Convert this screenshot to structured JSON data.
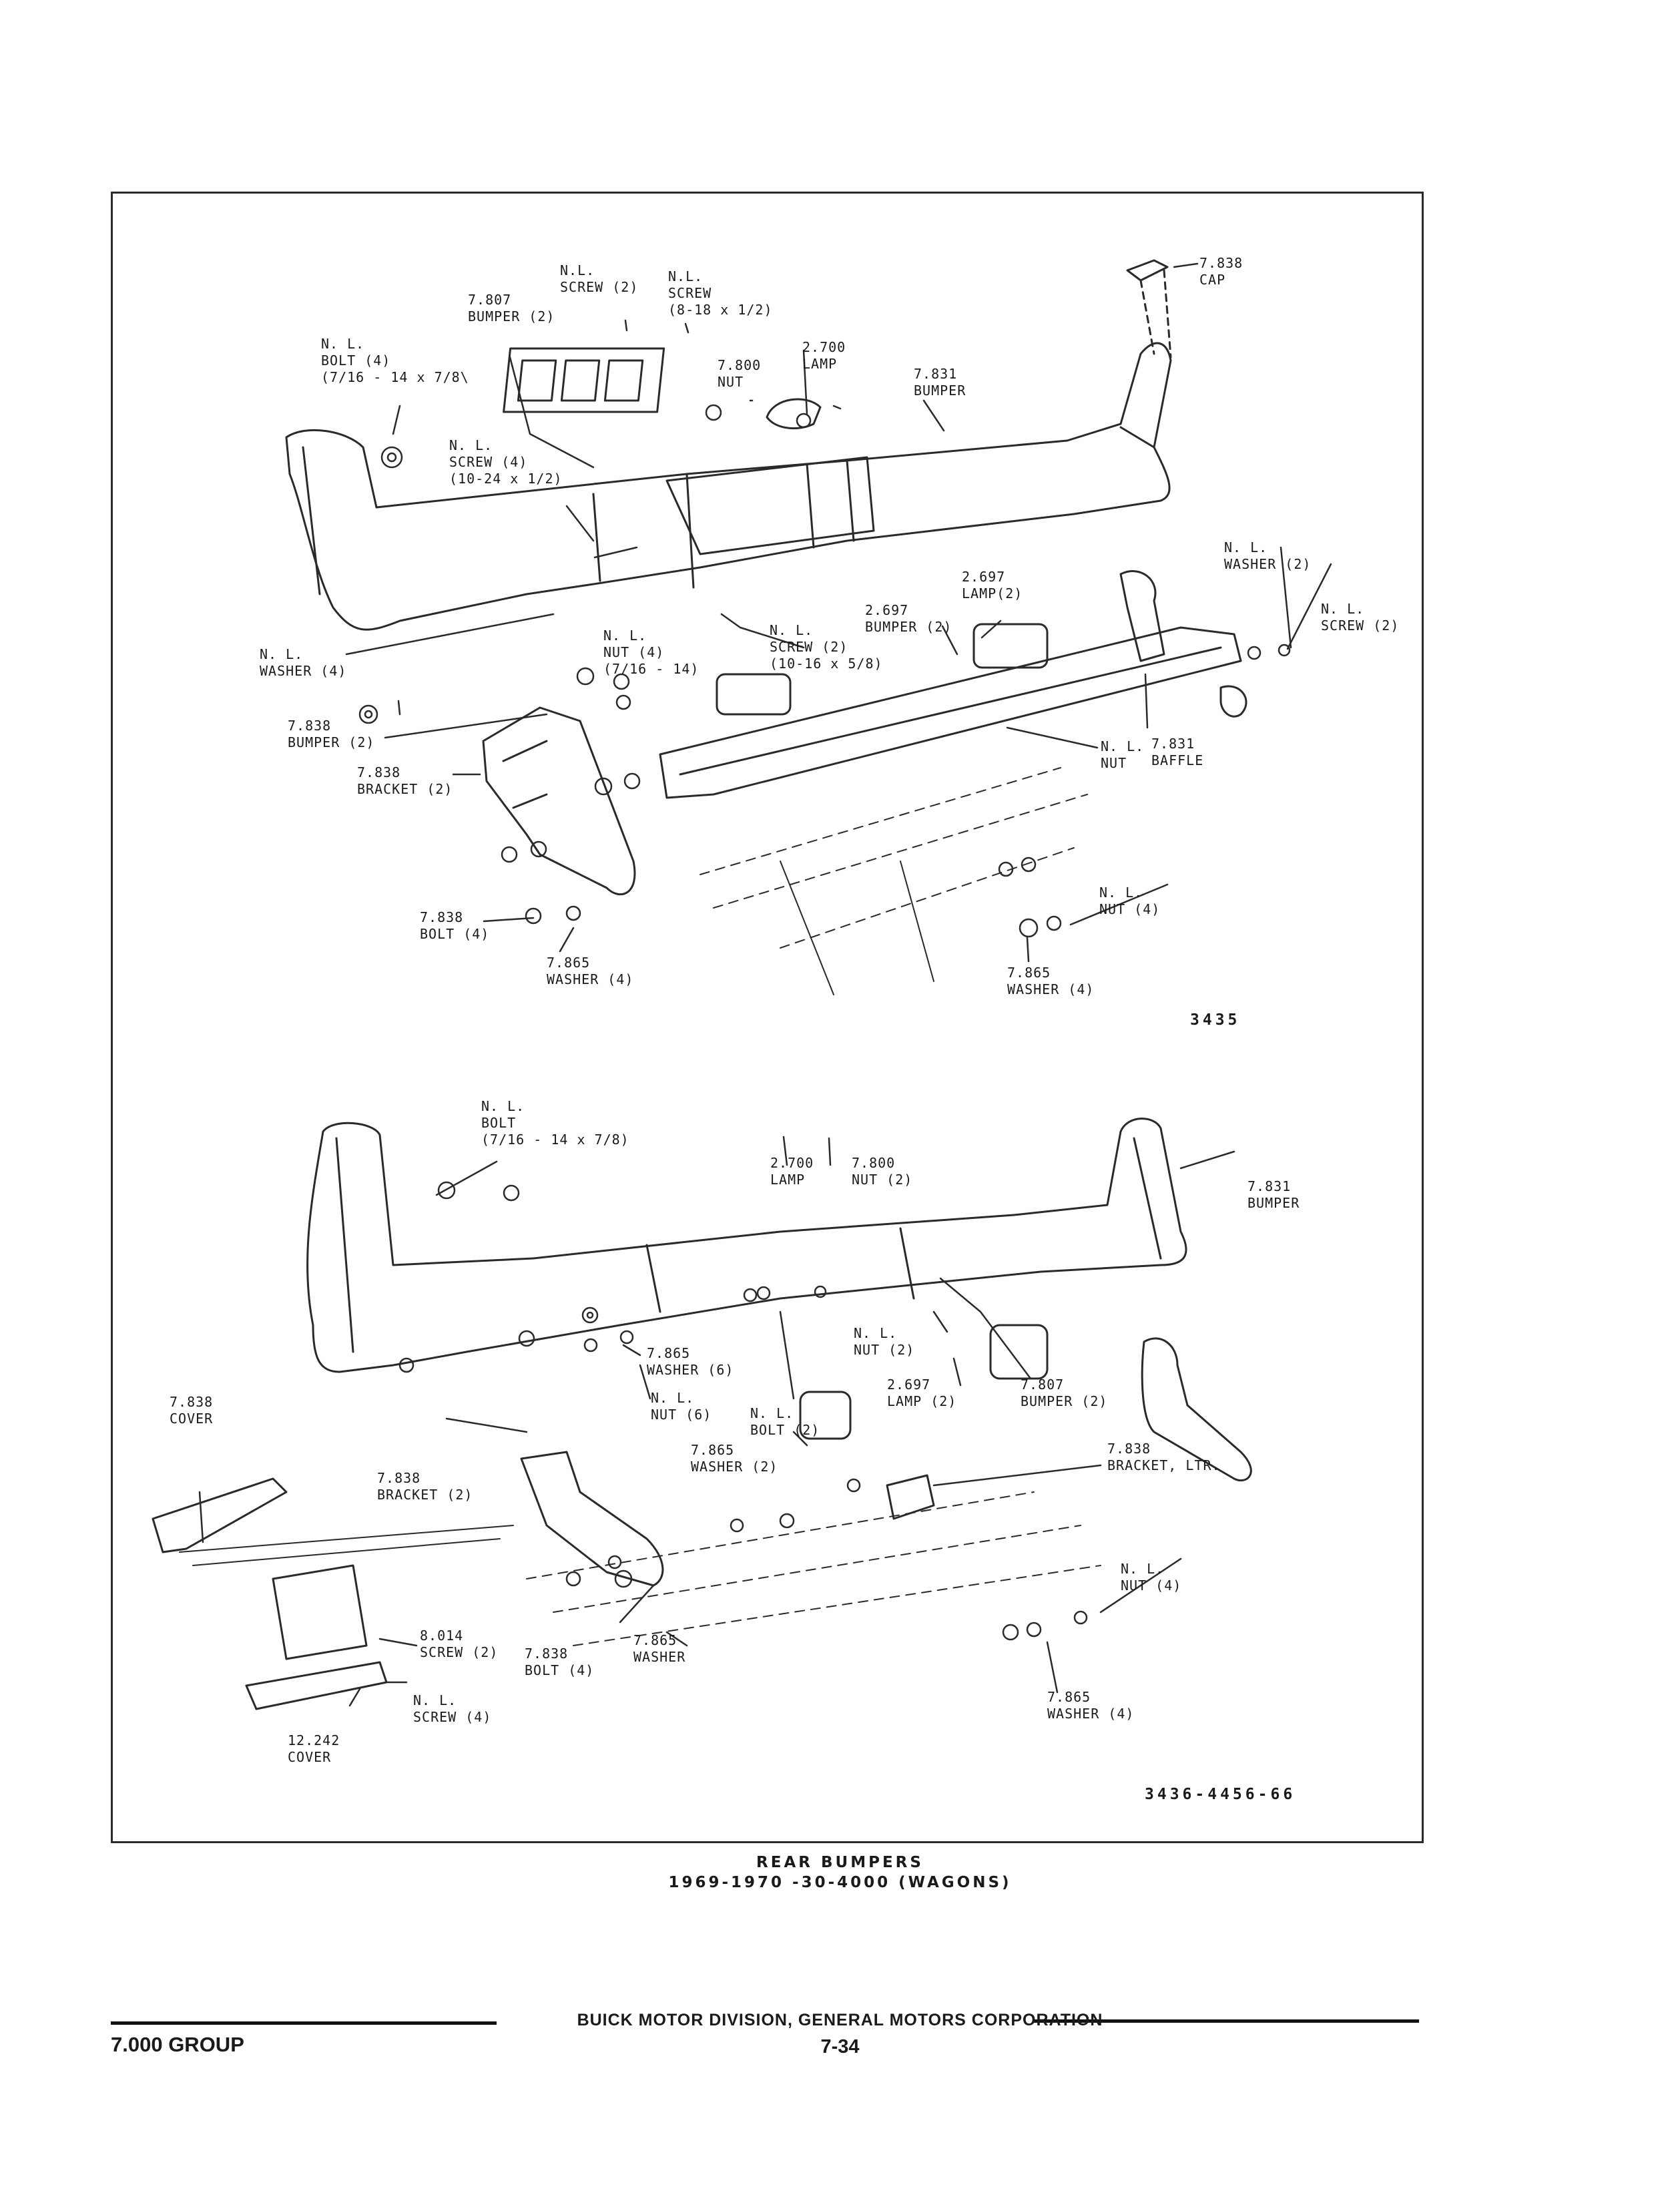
{
  "top_figure": {
    "figure_number": "3435",
    "callouts": {
      "cap": [
        "7.838",
        "CAP"
      ],
      "screw_8_18": [
        "N.L.",
        "SCREW",
        "(8-18 x 1/2)"
      ],
      "screw_2_top": [
        "N.L.",
        "SCREW (2)"
      ],
      "bumper_7807": [
        "7.807",
        "BUMPER (2)"
      ],
      "bolt_top": [
        "N. L.",
        "BOLT (4)",
        "(7/16 - 14 x 7/8\\"
      ],
      "nut_7800": [
        "7.800",
        "NUT"
      ],
      "lamp_2700": [
        "2.700",
        "LAMP"
      ],
      "bumper_7831": [
        "7.831",
        "BUMPER"
      ],
      "screw_10_24": [
        "N. L.",
        "SCREW (4)",
        "(10-24 x 1/2)"
      ],
      "washer_2_right": [
        "N. L.",
        "WASHER (2)"
      ],
      "screw_2_right": [
        "N. L.",
        "SCREW (2)"
      ],
      "lamp_2697": [
        "2.697",
        "LAMP(2)"
      ],
      "bumper_2697": [
        "2.697",
        "BUMPER (2)"
      ],
      "screw_10_16": [
        "N. L.",
        "SCREW (2)",
        "(10-16 x 5/8)"
      ],
      "nut_7_16": [
        "N. L.",
        "NUT (4)",
        "(7/16 - 14)"
      ],
      "washer_4_left": [
        "N. L.",
        "WASHER (4)"
      ],
      "bumper_7838": [
        "7.838",
        "BUMPER (2)"
      ],
      "bracket_7838": [
        "7.838",
        "BRACKET (2)"
      ],
      "nut_center": [
        "N. L.",
        "NUT"
      ],
      "baffle": [
        "7.831",
        "BAFFLE"
      ],
      "nut_4_right": [
        "N. L.",
        "NUT (4)"
      ],
      "bolt_7838": [
        "7.838",
        "BOLT (4)"
      ],
      "washer_7865_left": [
        "7.865",
        "WASHER (4)"
      ],
      "washer_7865_right": [
        "7.865",
        "WASHER (4)"
      ]
    }
  },
  "bottom_figure": {
    "figure_number": "3436-4456-66",
    "callouts": {
      "bolt_top": [
        "N. L.",
        "BOLT",
        "(7/16 - 14 x 7/8)"
      ],
      "lamp_2700": [
        "2.700",
        "LAMP"
      ],
      "nut_7800": [
        "7.800",
        "NUT (2)"
      ],
      "bumper_7831": [
        "7.831",
        "BUMPER"
      ],
      "nut_2": [
        "N. L.",
        "NUT (2)"
      ],
      "washer_6": [
        "7.865",
        "WASHER (6)"
      ],
      "nut_6": [
        "N. L.",
        "NUT (6)"
      ],
      "lamp_2697": [
        "2.697",
        "LAMP (2)"
      ],
      "bumper_7807": [
        "7.807",
        "BUMPER (2)"
      ],
      "cover_7838": [
        "7.838",
        "COVER"
      ],
      "bolt_2": [
        "N. L.",
        "BOLT (2)"
      ],
      "washer_2": [
        "7.865",
        "WASHER (2)"
      ],
      "bracket_ltr": [
        "7.838",
        "BRACKET, LTR."
      ],
      "bracket_2": [
        "7.838",
        "BRACKET (2)"
      ],
      "screw_8014": [
        "8.014",
        "SCREW (2)"
      ],
      "bolt_7838": [
        "7.838",
        "BOLT (4)"
      ],
      "washer_7865": [
        "7.865",
        "WASHER"
      ],
      "nut_4": [
        "N. L.",
        "NUT (4)"
      ],
      "washer_4": [
        "7.865",
        "WASHER (4)"
      ],
      "screw_4": [
        "N. L.",
        "SCREW (4)"
      ],
      "cover_12242": [
        "12.242",
        "COVER"
      ]
    }
  },
  "caption": {
    "title": "REAR BUMPERS",
    "subtitle": "1969-1970 -30-4000 (WAGONS)"
  },
  "footer": {
    "group": "7.000 GROUP",
    "division": "BUICK MOTOR DIVISION, GENERAL MOTORS CORPORATION",
    "page": "7-34"
  }
}
